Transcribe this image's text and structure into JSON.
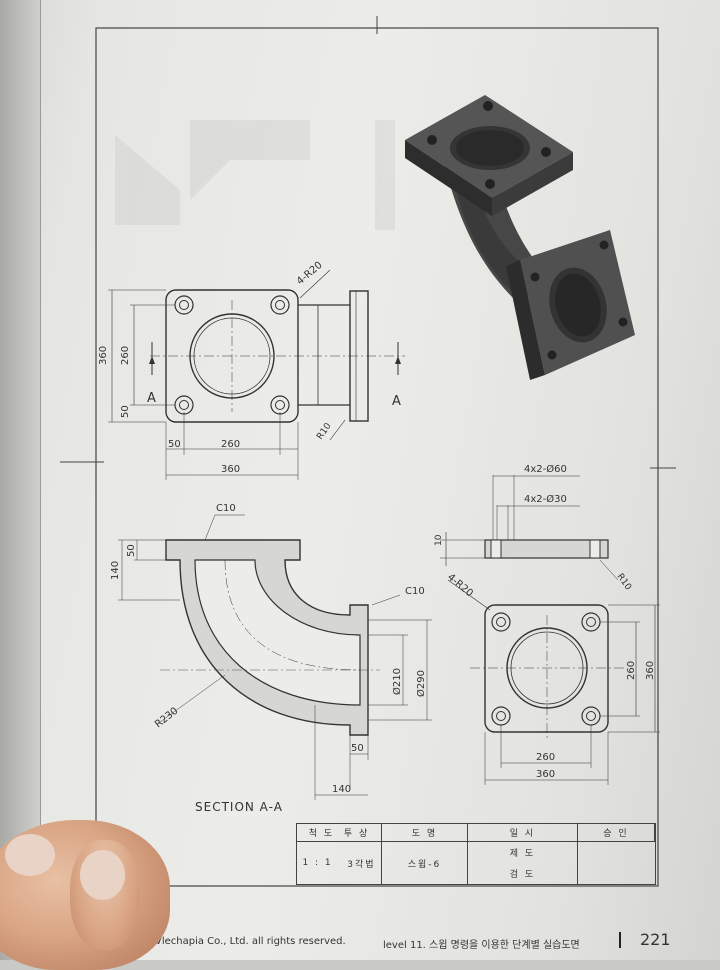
{
  "dims": {
    "d_360_left": "360",
    "d_260_left": "260",
    "d_50_left": "50",
    "d_4_r20_top": "4-R20",
    "section_a_left": "A",
    "section_a_right": "A",
    "d_r10_top": "R10",
    "d_50_bottom": "50",
    "d_260_bottom": "260",
    "d_360_bottom": "360",
    "d_c10_left": "C10",
    "d_140_side": "140",
    "d_50_side": "50",
    "d_c10_right": "C10",
    "d_r230": "R230",
    "d_dia210": "Ø210",
    "d_dia290": "Ø290",
    "d_50_flange": "50",
    "d_140_base": "140",
    "d_4x2_60": "4x2-Ø60",
    "d_4x2_30": "4x2-Ø30",
    "d_10": "10",
    "d_r10_right": "R10",
    "d_4_r20_right": "4-R20",
    "d_260_right": "260",
    "d_360_right": "360",
    "d_260_rb": "260",
    "d_360_rb": "360"
  },
  "section_title": "SECTION A-A",
  "title_block": {
    "scale_label": "척 도",
    "projection_label": "투 상",
    "drawing_name_label": "도 명",
    "date_label": "일 시",
    "approval_label": "승 인",
    "scale_value": "1 : 1",
    "projection_value": "3각법",
    "drawing_name_value": "스윕-6",
    "drafted_label": "제 도",
    "checked_label": "검 도"
  },
  "footer": {
    "copyright": "Vlechapia Co., Ltd. all rights reserved.",
    "chapter": "level 11. 스윕 명령을 이용한 단계별 실습도면",
    "page_number": "221"
  },
  "colors": {
    "paper": "#ecece8",
    "ink": "#333333",
    "render_body": "#3e3e3e"
  }
}
